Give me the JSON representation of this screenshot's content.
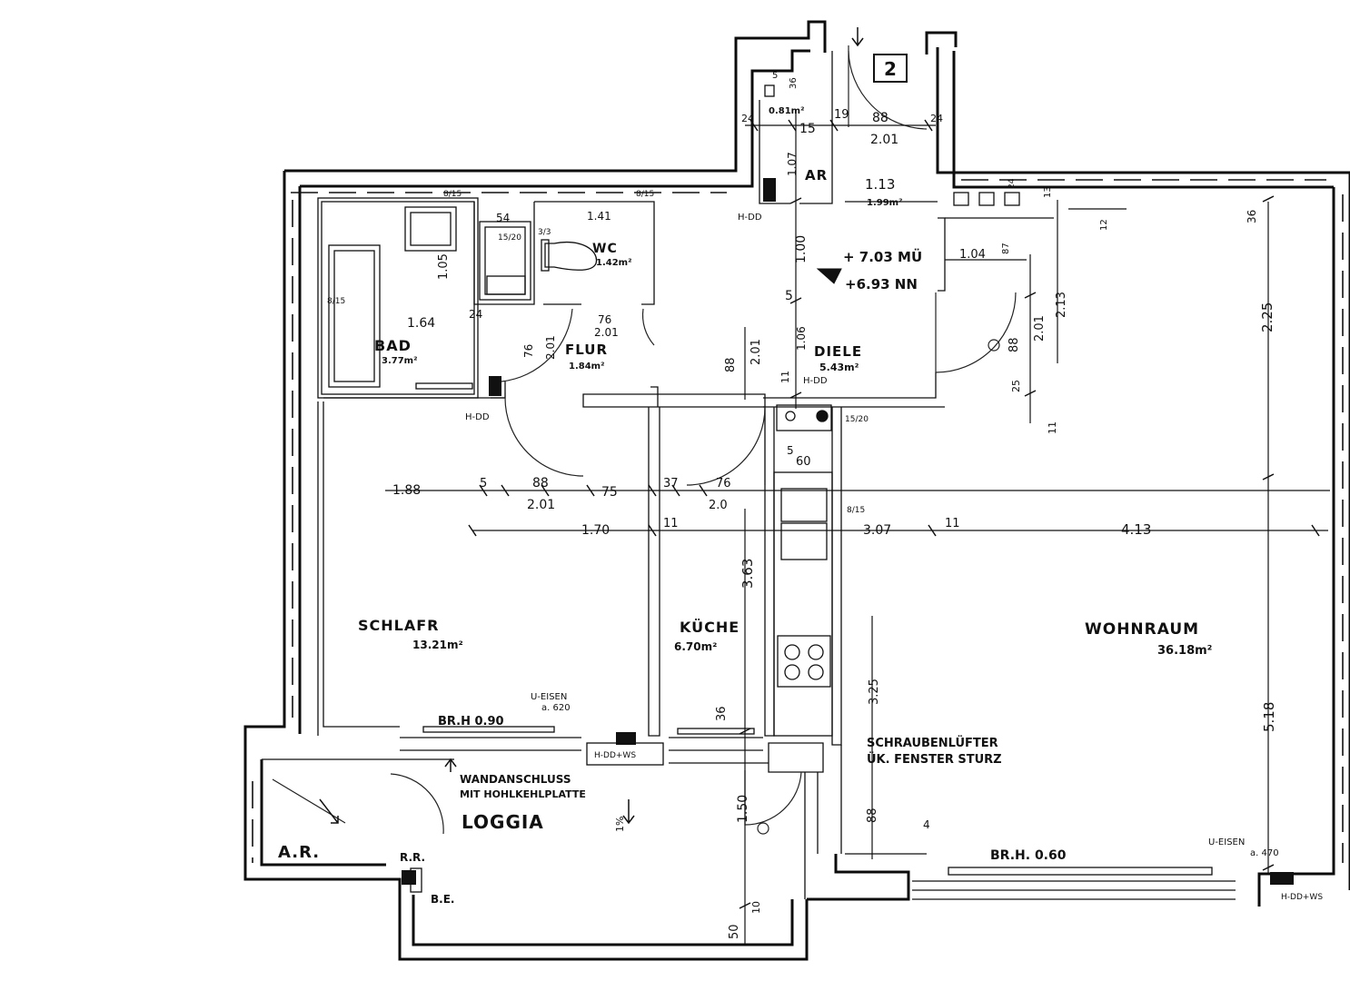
{
  "unit_number": "2",
  "rooms": {
    "bad": {
      "name": "BAD",
      "area": "3.77m²"
    },
    "flur": {
      "name": "FLUR",
      "area": "1.84m²"
    },
    "wc": {
      "name": "WC",
      "area": "1.42m²"
    },
    "diele": {
      "name": "DIELE",
      "area": "5.43m²"
    },
    "ar_top": {
      "name": "AR",
      "area": "1.99m²"
    },
    "ar_small": {
      "area": "0.81m²"
    },
    "schlafr": {
      "name": "SCHLAFR",
      "area": "13.21m²"
    },
    "kueche": {
      "name": "KÜCHE",
      "area": "6.70m²"
    },
    "wohnraum": {
      "name": "WOHNRAUM",
      "area": "36.18m²"
    },
    "loggia": {
      "name": "LOGGIA"
    },
    "ar_loggia": {
      "name": "A.R."
    }
  },
  "levels": {
    "upper": "+ 7.03 MÜ",
    "lower": "+6.93 NN"
  },
  "notes": {
    "br_h_schlafr": "BR.H 0.90",
    "br_h_wohn": "BR.H. 0.60",
    "u_eisen_1": "U-EISEN",
    "u_eisen_1_val": "a. 620",
    "u_eisen_2": "U-EISEN",
    "u_eisen_2_val": "a. 470",
    "schraube_1": "SCHRAUBENLÜFTER",
    "schraube_2": "ÜK. FENSTER STURZ",
    "wand_1": "WANDANSCHLUSS",
    "wand_2": "MIT HOHLKEHLPLATTE",
    "hdd_ws_1": "H-DD+WS",
    "hdd_ws_2": "H-DD+WS",
    "hdd_1": "H-DD",
    "hdd_2": "H-DD",
    "hdd_3": "H-DD",
    "rr": "R.R.",
    "be": "B.E.",
    "slope": "1%",
    "s815_1": "8/15",
    "s815_2": "8/15",
    "s815_3": "8/15",
    "s815_4": "8/15",
    "s1520_1": "15/20",
    "s1520_2": "15/20",
    "s33": "3/3"
  },
  "dimensions": {
    "d_2_01_top": "2.01",
    "d_88_top": "88",
    "d_15_top": "15",
    "d_19_top": "19",
    "d_24a": "24",
    "d_24b": "24",
    "d_36_top": "36",
    "d_5_top": "5",
    "d_1_075": "1.07",
    "d_1_13": "1.13",
    "d_1_00": "1.00",
    "d_1_04": "1.04",
    "d_5_mid": "5",
    "d_1_06": "1.06",
    "d_2_01_diele": "2.01",
    "d_88_diele": "88",
    "d_11_diele": "11",
    "d_1_64": "1.64",
    "d_24_bad": "24",
    "d_1_05_bad": "1.05",
    "d_54": "54",
    "d_1_41": "1.41",
    "d_76a": "76",
    "d_2_01_flur": "2.01",
    "d_76b": "76",
    "d_2_01b": "2.01",
    "d_2_13": "2.13",
    "d_2_01_right": "2.01",
    "d_88_right": "88",
    "d_25": "25",
    "d_11_right": "11",
    "d_87": "87",
    "d_13": "13",
    "d_24_right": "24",
    "d_12": "12",
    "d_36_right": "36",
    "d_2_25": "2.25",
    "d_1_88": "1.88",
    "d_5_row": "5",
    "d_88_row": "88",
    "d_2_01_row": "2.01",
    "d_75": "75",
    "d_37": "37",
    "d_76_row": "76",
    "d_2_0": "2.0",
    "d_60": "60",
    "d_5_kitch": "5",
    "d_1_70": "1.70",
    "d_11_row": "11",
    "d_3_07": "3.07",
    "d_11_w": "11",
    "d_4_13": "4.13",
    "d_3_63": "3.63",
    "d_3_25": "3.25",
    "d_5_18": "5.18",
    "d_36_kue": "36",
    "d_88_bottom": "88",
    "d_4": "4",
    "d_1_50": "1.50",
    "d_10": "10",
    "d_50": "50"
  }
}
